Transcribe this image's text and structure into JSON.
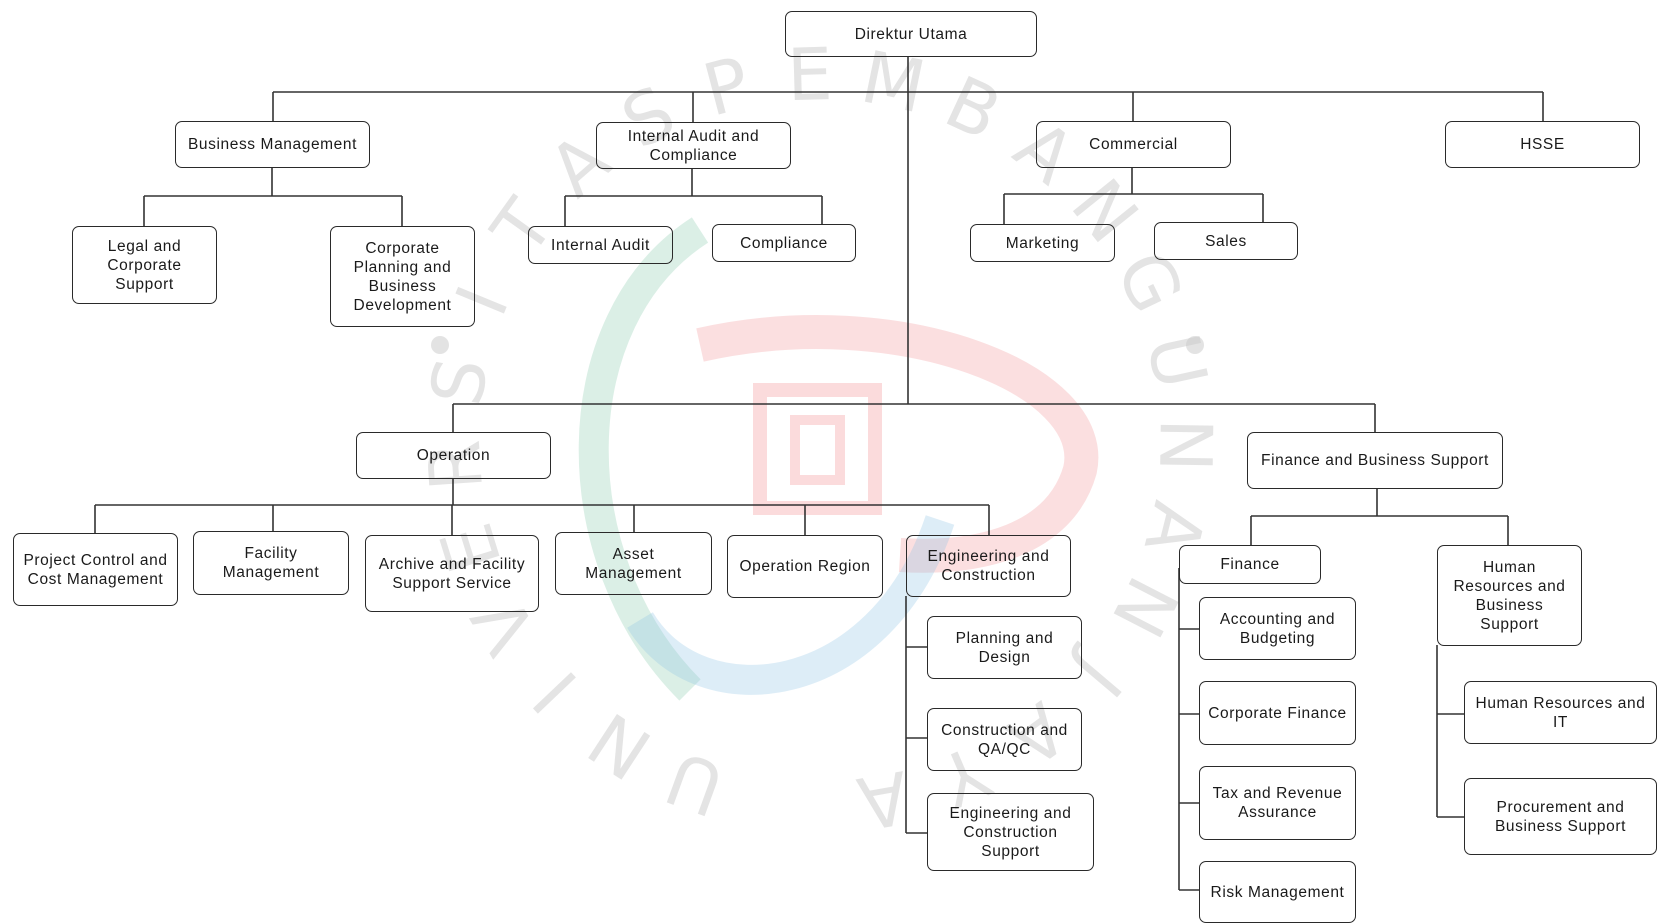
{
  "watermark": {
    "letters": [
      "U",
      "N",
      "I",
      "V",
      "E",
      "R",
      "S",
      "I",
      "T",
      "A",
      "S",
      "P",
      "E",
      "M",
      "B",
      "A",
      "N",
      "G",
      "U",
      "N",
      "A",
      "N",
      "J",
      "A",
      "Y",
      "A"
    ],
    "colors": {
      "teal": "#7cc7a4",
      "red": "#f07f82",
      "blue": "#8fc3e6",
      "grey": "#c8c8c8"
    }
  },
  "org": {
    "direktur_utama": "Direktur Utama",
    "business_management": "Business Management",
    "legal_corporate_support": "Legal and Corporate Support",
    "corporate_planning": "Corporate Planning and Business Development",
    "internal_audit_compliance": "Internal Audit and Compliance",
    "internal_audit": "Internal Audit",
    "compliance": "Compliance",
    "commercial": "Commercial",
    "marketing": "Marketing",
    "sales": "Sales",
    "hsse": "HSSE",
    "operation": "Operation",
    "project_control": "Project Control and Cost Management",
    "facility_management": "Facility Management",
    "archive_facility": "Archive and Facility Support Service",
    "asset_management": "Asset Management",
    "operation_region": "Operation Region",
    "engineering_construction": "Engineering and Construction",
    "planning_design": "Planning and Design",
    "construction_qaqc": "Construction and QA/QC",
    "engineering_construction_support": "Engineering and Construction Support",
    "finance_business_support": "Finance and Business Support",
    "finance": "Finance",
    "accounting_budgeting": "Accounting and Budgeting",
    "corporate_finance": "Corporate Finance",
    "tax_revenue": "Tax and Revenue Assurance",
    "risk_management": "Risk Management",
    "hr_business_support": "Human Resources and Business Support",
    "hr_it": "Human Resources and IT",
    "procurement": "Procurement and Business Support"
  }
}
